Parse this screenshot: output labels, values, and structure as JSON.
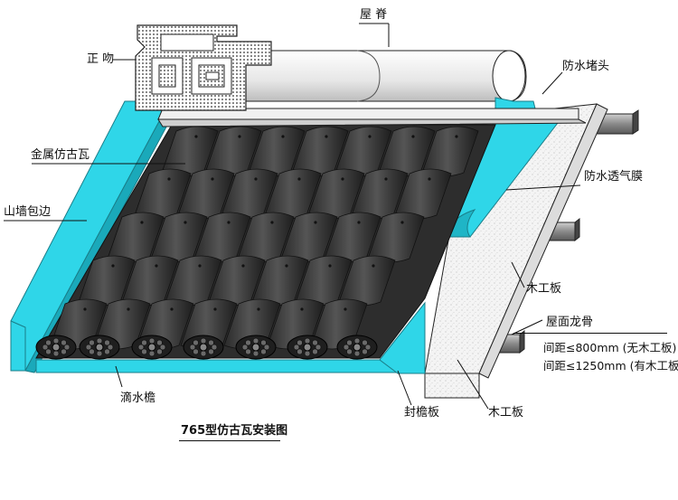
{
  "title": "765型仿古瓦安装图",
  "labels": {
    "ridge": "屋 脊",
    "ridge_end": "正 吻",
    "waterproof_cap": "防水堵头",
    "metal_tile": "金属仿古瓦",
    "breathable_membrane": "防水透气膜",
    "gable_flashing": "山墙包边",
    "wood_board_right": "木工板",
    "roof_keel": "屋面龙骨",
    "spacing_no_board": "间距≤800mm  (无木工板)",
    "spacing_with_board": "间距≤1250mm (有木工板)",
    "drip_eave": "滴水檐",
    "eave_board": "封檐板",
    "wood_board_bottom": "木工板"
  },
  "colors": {
    "cyan_flashing": "#2fd6e8",
    "tile_dark": "#333333",
    "tile_highlight": "#6b6b6b",
    "board_speckle": "#f2f2f2",
    "purlin": "#7a7a7a",
    "ridge_fill": "#e8e8e8"
  }
}
